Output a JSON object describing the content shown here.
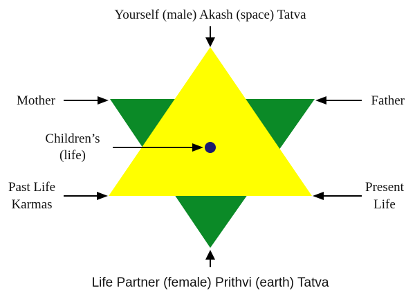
{
  "colors": {
    "upward_triangle": "#ffff00",
    "downward_triangle": "#0b8a27",
    "center_dot": "#1a1a6e",
    "arrows": "#000000",
    "text": "#111111",
    "background": "#ffffff"
  },
  "labels": {
    "top": "Yourself (male) Akash (space) Tatva",
    "mother": "Mother",
    "father": "Father",
    "children_line1": "Children’s",
    "children_line2": "(life)",
    "past_line1": "Past Life",
    "past_line2": "Karmas",
    "present_line1": "Present",
    "present_line2": "Life",
    "bottom": "Life Partner (female) Prithvi (earth) Tatva"
  }
}
